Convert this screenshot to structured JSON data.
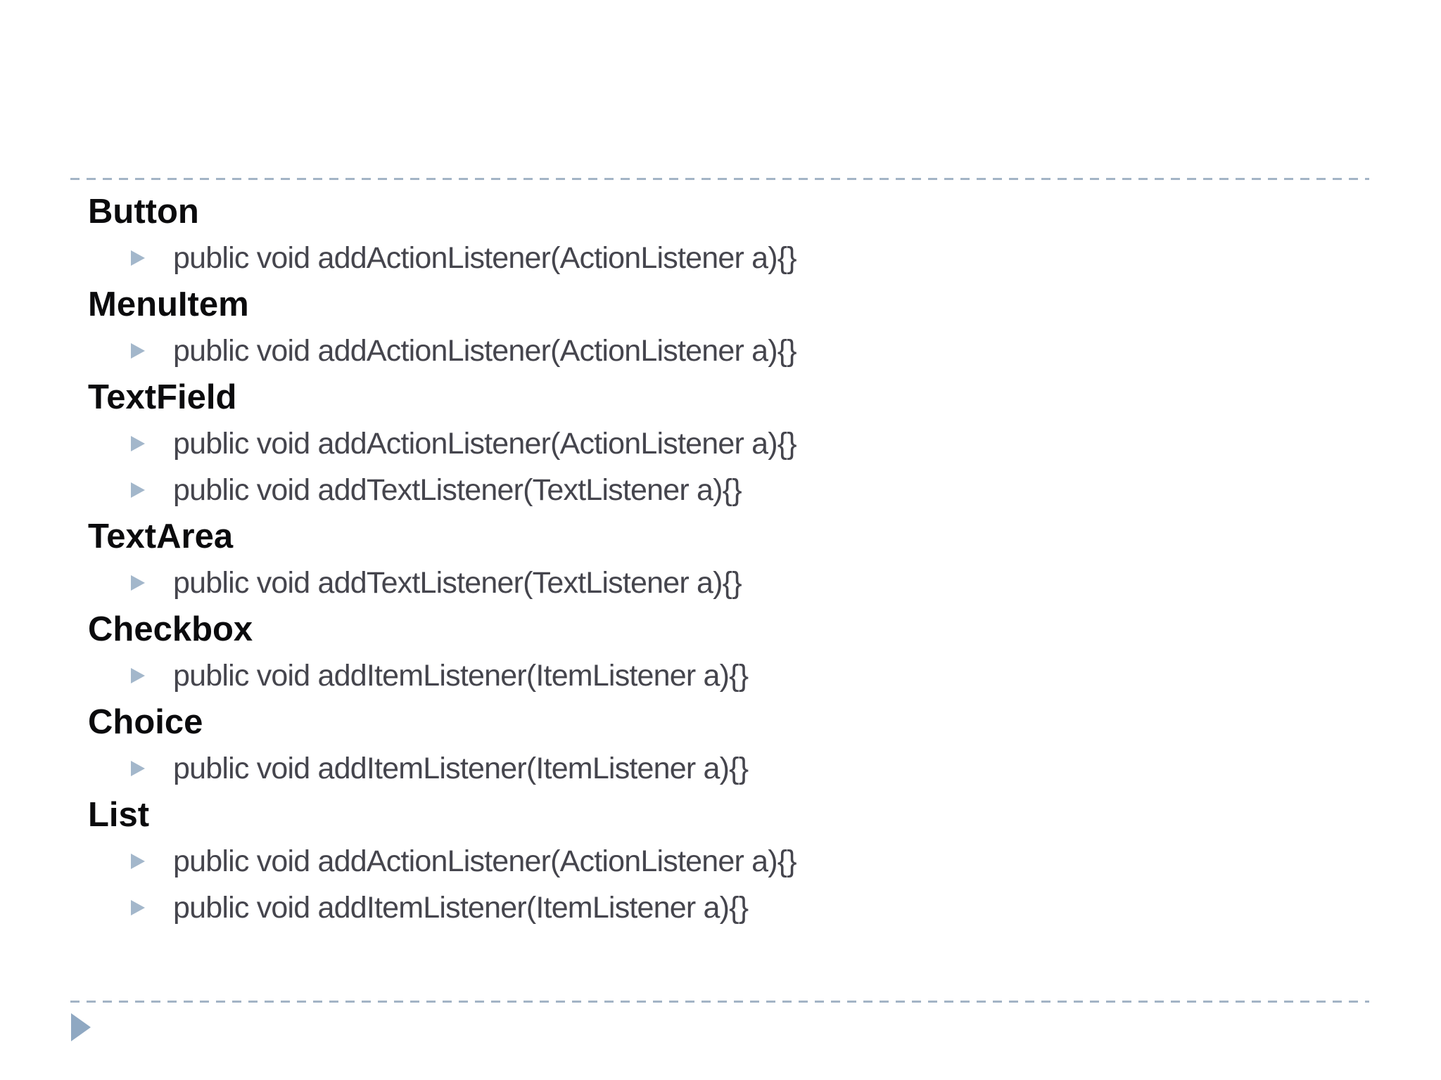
{
  "theme": {
    "background": "#ffffff",
    "heading_color": "#0b0b0d",
    "body_color": "#45454d",
    "bullet_color": "#a3b7cb",
    "divider_color": "#a3b4c6",
    "footer_arrow_color": "#8fa8c2"
  },
  "icons": {
    "bullet": "triangle-right-icon",
    "footer": "triangle-right-icon"
  },
  "sections": [
    {
      "title": "Button",
      "items": [
        "public void addActionListener(ActionListener a){}"
      ]
    },
    {
      "title": "MenuItem",
      "items": [
        "public void addActionListener(ActionListener a){}"
      ]
    },
    {
      "title": "TextField",
      "items": [
        "public void addActionListener(ActionListener a){}",
        "public void addTextListener(TextListener a){}"
      ]
    },
    {
      "title": "TextArea",
      "items": [
        "public void addTextListener(TextListener a){}"
      ]
    },
    {
      "title": "Checkbox",
      "items": [
        "public void addItemListener(ItemListener a){}"
      ]
    },
    {
      "title": "Choice",
      "items": [
        "public void addItemListener(ItemListener a){}"
      ]
    },
    {
      "title": "List",
      "items": [
        "public void addActionListener(ActionListener a){}",
        "public void addItemListener(ItemListener a){}"
      ]
    }
  ]
}
